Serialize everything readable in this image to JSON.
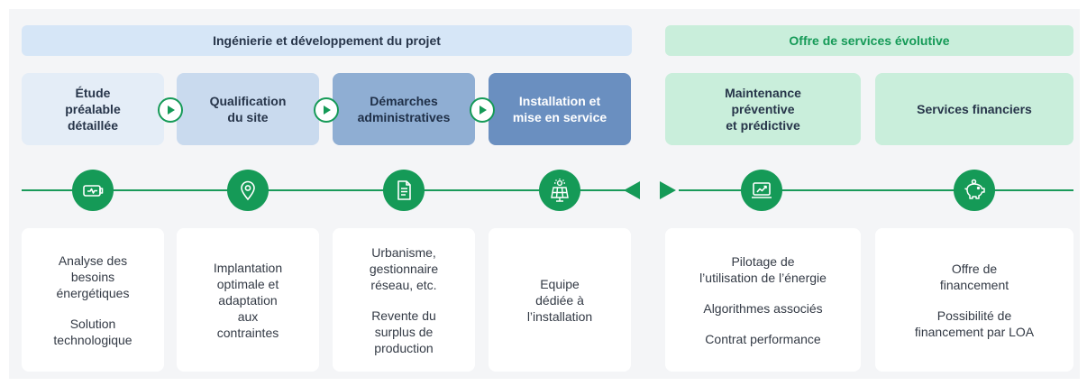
{
  "banners": {
    "project": "Ingénierie et développement du projet",
    "services": "Offre de services évolutive"
  },
  "steps": [
    "Étude\npréalable\ndétaillée",
    "Qualification\ndu site",
    "Démarches\nadministratives",
    "Installation et\nmise en service",
    "Maintenance\npréventive\net prédictive",
    "Services financiers"
  ],
  "icons": [
    "battery-icon",
    "location-pin-icon",
    "document-icon",
    "solar-panel-icon",
    "monitor-chart-icon",
    "piggy-bank-icon"
  ],
  "cards": [
    [
      "Analyse des\nbesoins\nénergétiques",
      "Solution\ntechnologique"
    ],
    [
      "Implantation\noptimale et\nadaptation\naux\ncontraintes"
    ],
    [
      "Urbanisme,\ngestionnaire\nréseau, etc.",
      "Revente du\nsurplus de\nproduction"
    ],
    [
      "Equipe\ndédiée à\nl’installation"
    ],
    [
      "Pilotage de\nl’utilisation de l’énergie",
      "Algorithmes associés",
      "Contrat performance"
    ],
    [
      "Offre de\nfinancement",
      "Possibilité de\nfinancement par LOA"
    ]
  ],
  "colors": {
    "green": "#159a57",
    "blue_light": "#d6e6f7",
    "green_light": "#c9eedb"
  }
}
